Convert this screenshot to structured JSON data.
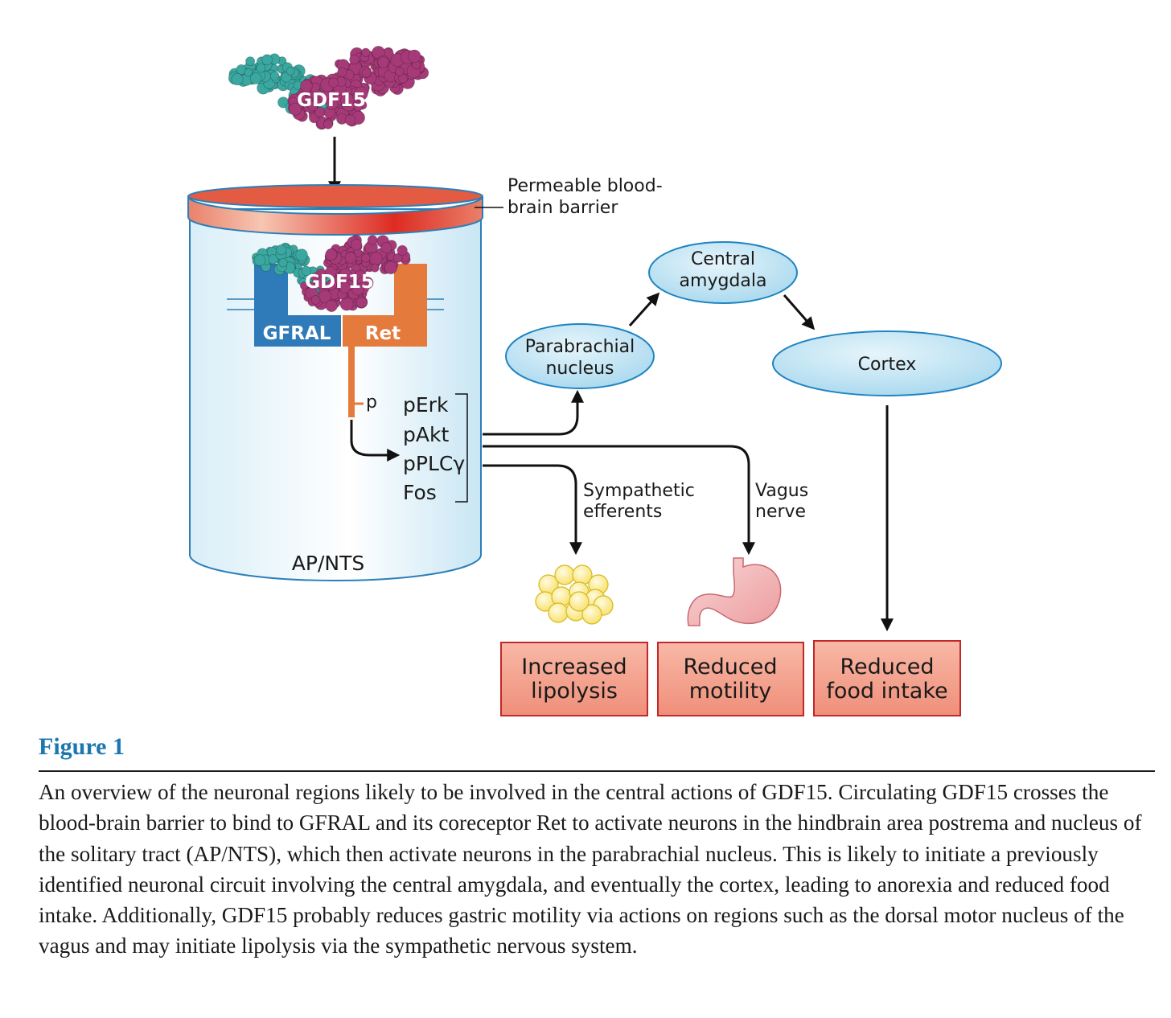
{
  "protein_label": "GDF15",
  "barrier_label_line1": "Permeable blood-",
  "barrier_label_line2": "brain barrier",
  "receptor_protein_label": "GDF15",
  "gfral_label": "GFRAL",
  "ret_label": "Ret",
  "phospho_label": "p",
  "signals": [
    "pErk",
    "pAkt",
    "pPLCγ",
    "Fos"
  ],
  "region_label": "AP/NTS",
  "parabrachial_line1": "Parabrachial",
  "parabrachial_line2": "nucleus",
  "amygdala_line1": "Central",
  "amygdala_line2": "amygdala",
  "cortex_label": "Cortex",
  "sympathetic_line1": "Sympathetic",
  "sympathetic_line2": "efferents",
  "vagus_line1": "Vagus",
  "vagus_line2": "nerve",
  "outcome_lipolysis_line1": "Increased",
  "outcome_lipolysis_line2": "lipolysis",
  "outcome_motility_line1": "Reduced",
  "outcome_motility_line2": "motility",
  "outcome_food_line1": "Reduced",
  "outcome_food_line2": "food intake",
  "figure_label": "Figure 1",
  "caption": "An overview of the neuronal regions likely to be involved in the central actions of GDF15. Circulating GDF15 crosses the blood-brain barrier to bind to GFRAL and its coreceptor Ret to activate neurons in the hindbrain area postrema and nucleus of the solitary tract (AP/NTS), which then activate neurons in the parabrachial nucleus. This is likely to initiate a previously identified neuronal circuit involving the central amygdala, and eventually the cortex, leading to anorexia and reduced food intake. Additionally, GDF15 probably reduces gastric motility via actions on regions such as the dorsal motor nucleus of the vagus and may initiate lipolysis via the sympathetic nervous system.",
  "colors": {
    "gfral": "#2f7ab8",
    "ret": "#e57a3d",
    "protein_teal": "#3aa8a0",
    "protein_magenta": "#a63a78",
    "ellipse_fill": "#bfe3f3",
    "ellipse_stroke": "#1f84c1",
    "outcome_fill": "#f4a493",
    "outcome_stroke": "#c0282a",
    "caption_heading": "#1c76b0"
  }
}
